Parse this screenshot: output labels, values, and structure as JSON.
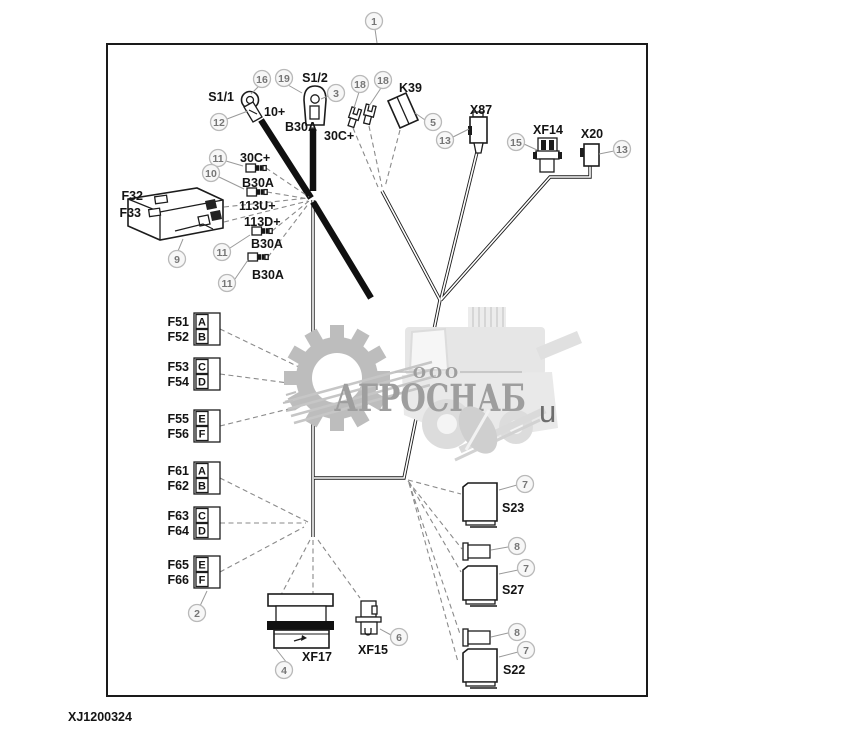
{
  "drawing_number": "XJ1200324",
  "watermark": {
    "ooo": "ООО",
    "name": "АГРОСНАБ",
    "mark": "u"
  },
  "callouts": {
    "1": "1",
    "2": "2",
    "3": "3",
    "4": "4",
    "5": "5",
    "6": "6",
    "7": "7",
    "8": "8",
    "9": "9",
    "10": "10",
    "11": "11",
    "12": "12",
    "13": "13",
    "15": "15",
    "16": "16",
    "18": "18",
    "19": "19"
  },
  "components": {
    "s1_1": "S1/1",
    "s1_2": "S1/2",
    "k39": "K39",
    "x87": "X87",
    "xf14": "XF14",
    "x20": "X20",
    "f32": "F32",
    "f33": "F33",
    "f51": "F51",
    "f52": "F52",
    "f53": "F53",
    "f54": "F54",
    "f55": "F55",
    "f56": "F56",
    "f61": "F61",
    "f62": "F62",
    "f63": "F63",
    "f64": "F64",
    "f65": "F65",
    "f66": "F66",
    "s23": "S23",
    "s27": "S27",
    "s22": "S22",
    "xf17": "XF17",
    "xf15": "XF15"
  },
  "wire_labels": {
    "pos10": "10+",
    "b30a": "B30A",
    "pos30c": "30C+",
    "pos113u": "113U+",
    "pos113d": "113D+"
  },
  "fuse_slots": {
    "a": "A",
    "b": "B",
    "c": "C",
    "d": "D",
    "e": "E",
    "f": "F"
  },
  "colors": {
    "line": "#1c1c1c",
    "callout": "#767676",
    "watermark_gray": "#9e9e9e",
    "watermark_light": "#e6e6e6"
  }
}
